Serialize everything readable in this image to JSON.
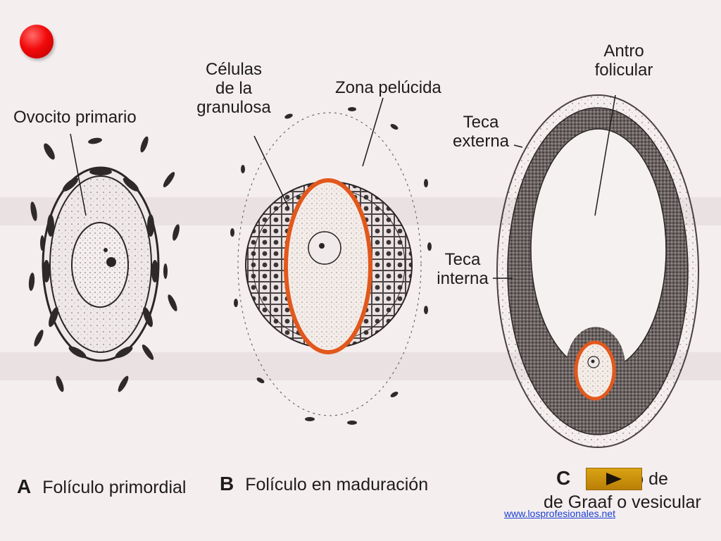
{
  "labels": {
    "ovocito": "Ovocito primario",
    "celulas_line1": "Células",
    "celulas_line2": "de la",
    "celulas_line3": "granulosa",
    "zona": "Zona pelúcida",
    "antro_line1": "Antro",
    "antro_line2": "folicular",
    "teca_ext_line1": "Teca",
    "teca_ext_line2": "externa",
    "teca_int_line1": "Teca",
    "teca_int_line2": "interna"
  },
  "captions": {
    "a_letter": "A",
    "a_text": "Folículo primordial",
    "b_letter": "B",
    "b_text": "Folículo en maduración",
    "c_letter": "C",
    "c_text_line1": "o de",
    "c_text_line2": "de Graaf o vesicular"
  },
  "link": {
    "text": "www.losprofesionales.net"
  },
  "colors": {
    "background": "#f4eeef",
    "zona_pelucida": "#e2581c",
    "record_button": "#f20a0a",
    "next_button": "#c88f0c",
    "link": "#1a3fd4"
  },
  "icons": {
    "record": "red-circle-icon",
    "next": "play-triangle-icon"
  }
}
